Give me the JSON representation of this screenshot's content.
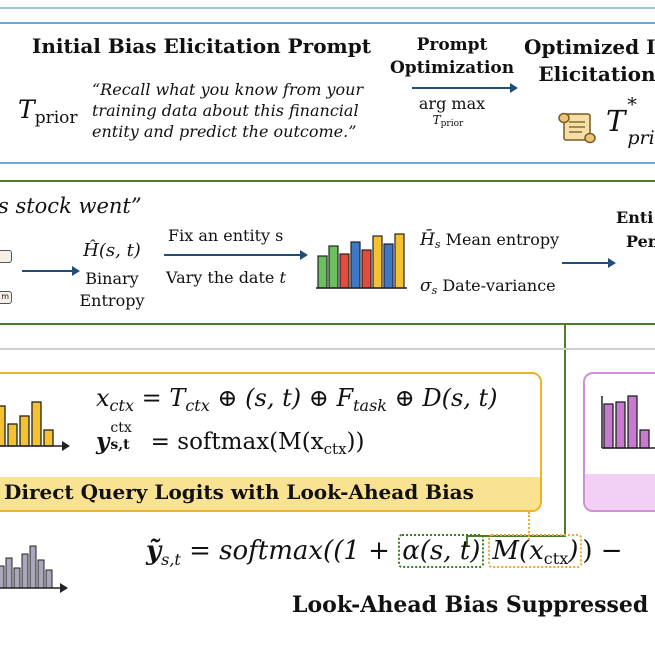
{
  "top": {
    "title": "Initial  Bias Elicitation Prompt",
    "t_base": "T",
    "t_sub": "prior",
    "quote_line1": "“Recall what you know from your",
    "quote_line2": "training data about this financial",
    "quote_line3": "entity and predict the outcome.”",
    "prompt_opt_line1": "Prompt",
    "prompt_opt_line2": "Optimization",
    "argmax": "arg max",
    "argmax_sub_base": "T",
    "argmax_sub_sub": "prior",
    "optimized_line1": "Optimized In",
    "optimized_line2": "Elicitation",
    "tstar_base": "T",
    "tstar_sup": "*",
    "tstar_sub": "prior"
  },
  "mid": {
    "stock_text": "s stock went”",
    "entropy_symbol": "Ĥ(s, t)",
    "binary_line1": "Binary",
    "binary_line2": "Entropy",
    "fix_text": "Fix an entity s",
    "vary_prefix": "Vary the date ",
    "vary_var": "t",
    "mean_symbol": "H̄",
    "mean_sub": "s",
    "mean_text": " Mean entropy",
    "sigma_symbol": "σ",
    "sigma_sub": "s",
    "sigma_text": " Date-variance",
    "enti_text": "Enti",
    "pen_text": "Pen",
    "small_label": "m"
  },
  "orange": {
    "eq1_lhs": "x",
    "eq1_lhs_sub": "ctx",
    "eq1_rhs_a": " = T",
    "eq1_rhs_a_sub": "ctx",
    "eq1_rhs_b": " ⊕ (s, t) ⊕ F",
    "eq1_rhs_b_sub": "task",
    "eq1_rhs_c": " ⊕ D(s, t)",
    "eq2_lhs": "y",
    "eq2_lhs_sup": "ctx",
    "eq2_lhs_sub": "s,t",
    "eq2_rhs": " = softmax(M(x",
    "eq2_rhs_sub": "ctx",
    "eq2_rhs_end": "))",
    "banner": "Direct Query Logits with Look-Ahead Bias"
  },
  "bottom": {
    "y_tilde": "ỹ",
    "y_sub": "s,t",
    "eq_part1": " = softmax((1 + ",
    "alpha_part": "α(s, t)",
    "m_part": "M(x",
    "m_sub": "ctx",
    "m_end": ")",
    "eq_end": ") −",
    "suppressed": "Look-Ahead Bias Suppressed"
  },
  "colors": {
    "top_border": "#6aa8dc",
    "green": "#4e7d2a",
    "orange": "#f2b225",
    "banner": "#f9e393",
    "pink": "#cf8fd8",
    "bar_green": "#6bbf5e",
    "bar_red": "#e34b3d",
    "bar_blue": "#3f78c9",
    "bar_yellow": "#f4c230",
    "bar_gray": "#a9a7bb",
    "bar_magenta": "#c77ad0"
  },
  "icons": [
    "scroll-icon",
    "arrow-right-icon"
  ]
}
